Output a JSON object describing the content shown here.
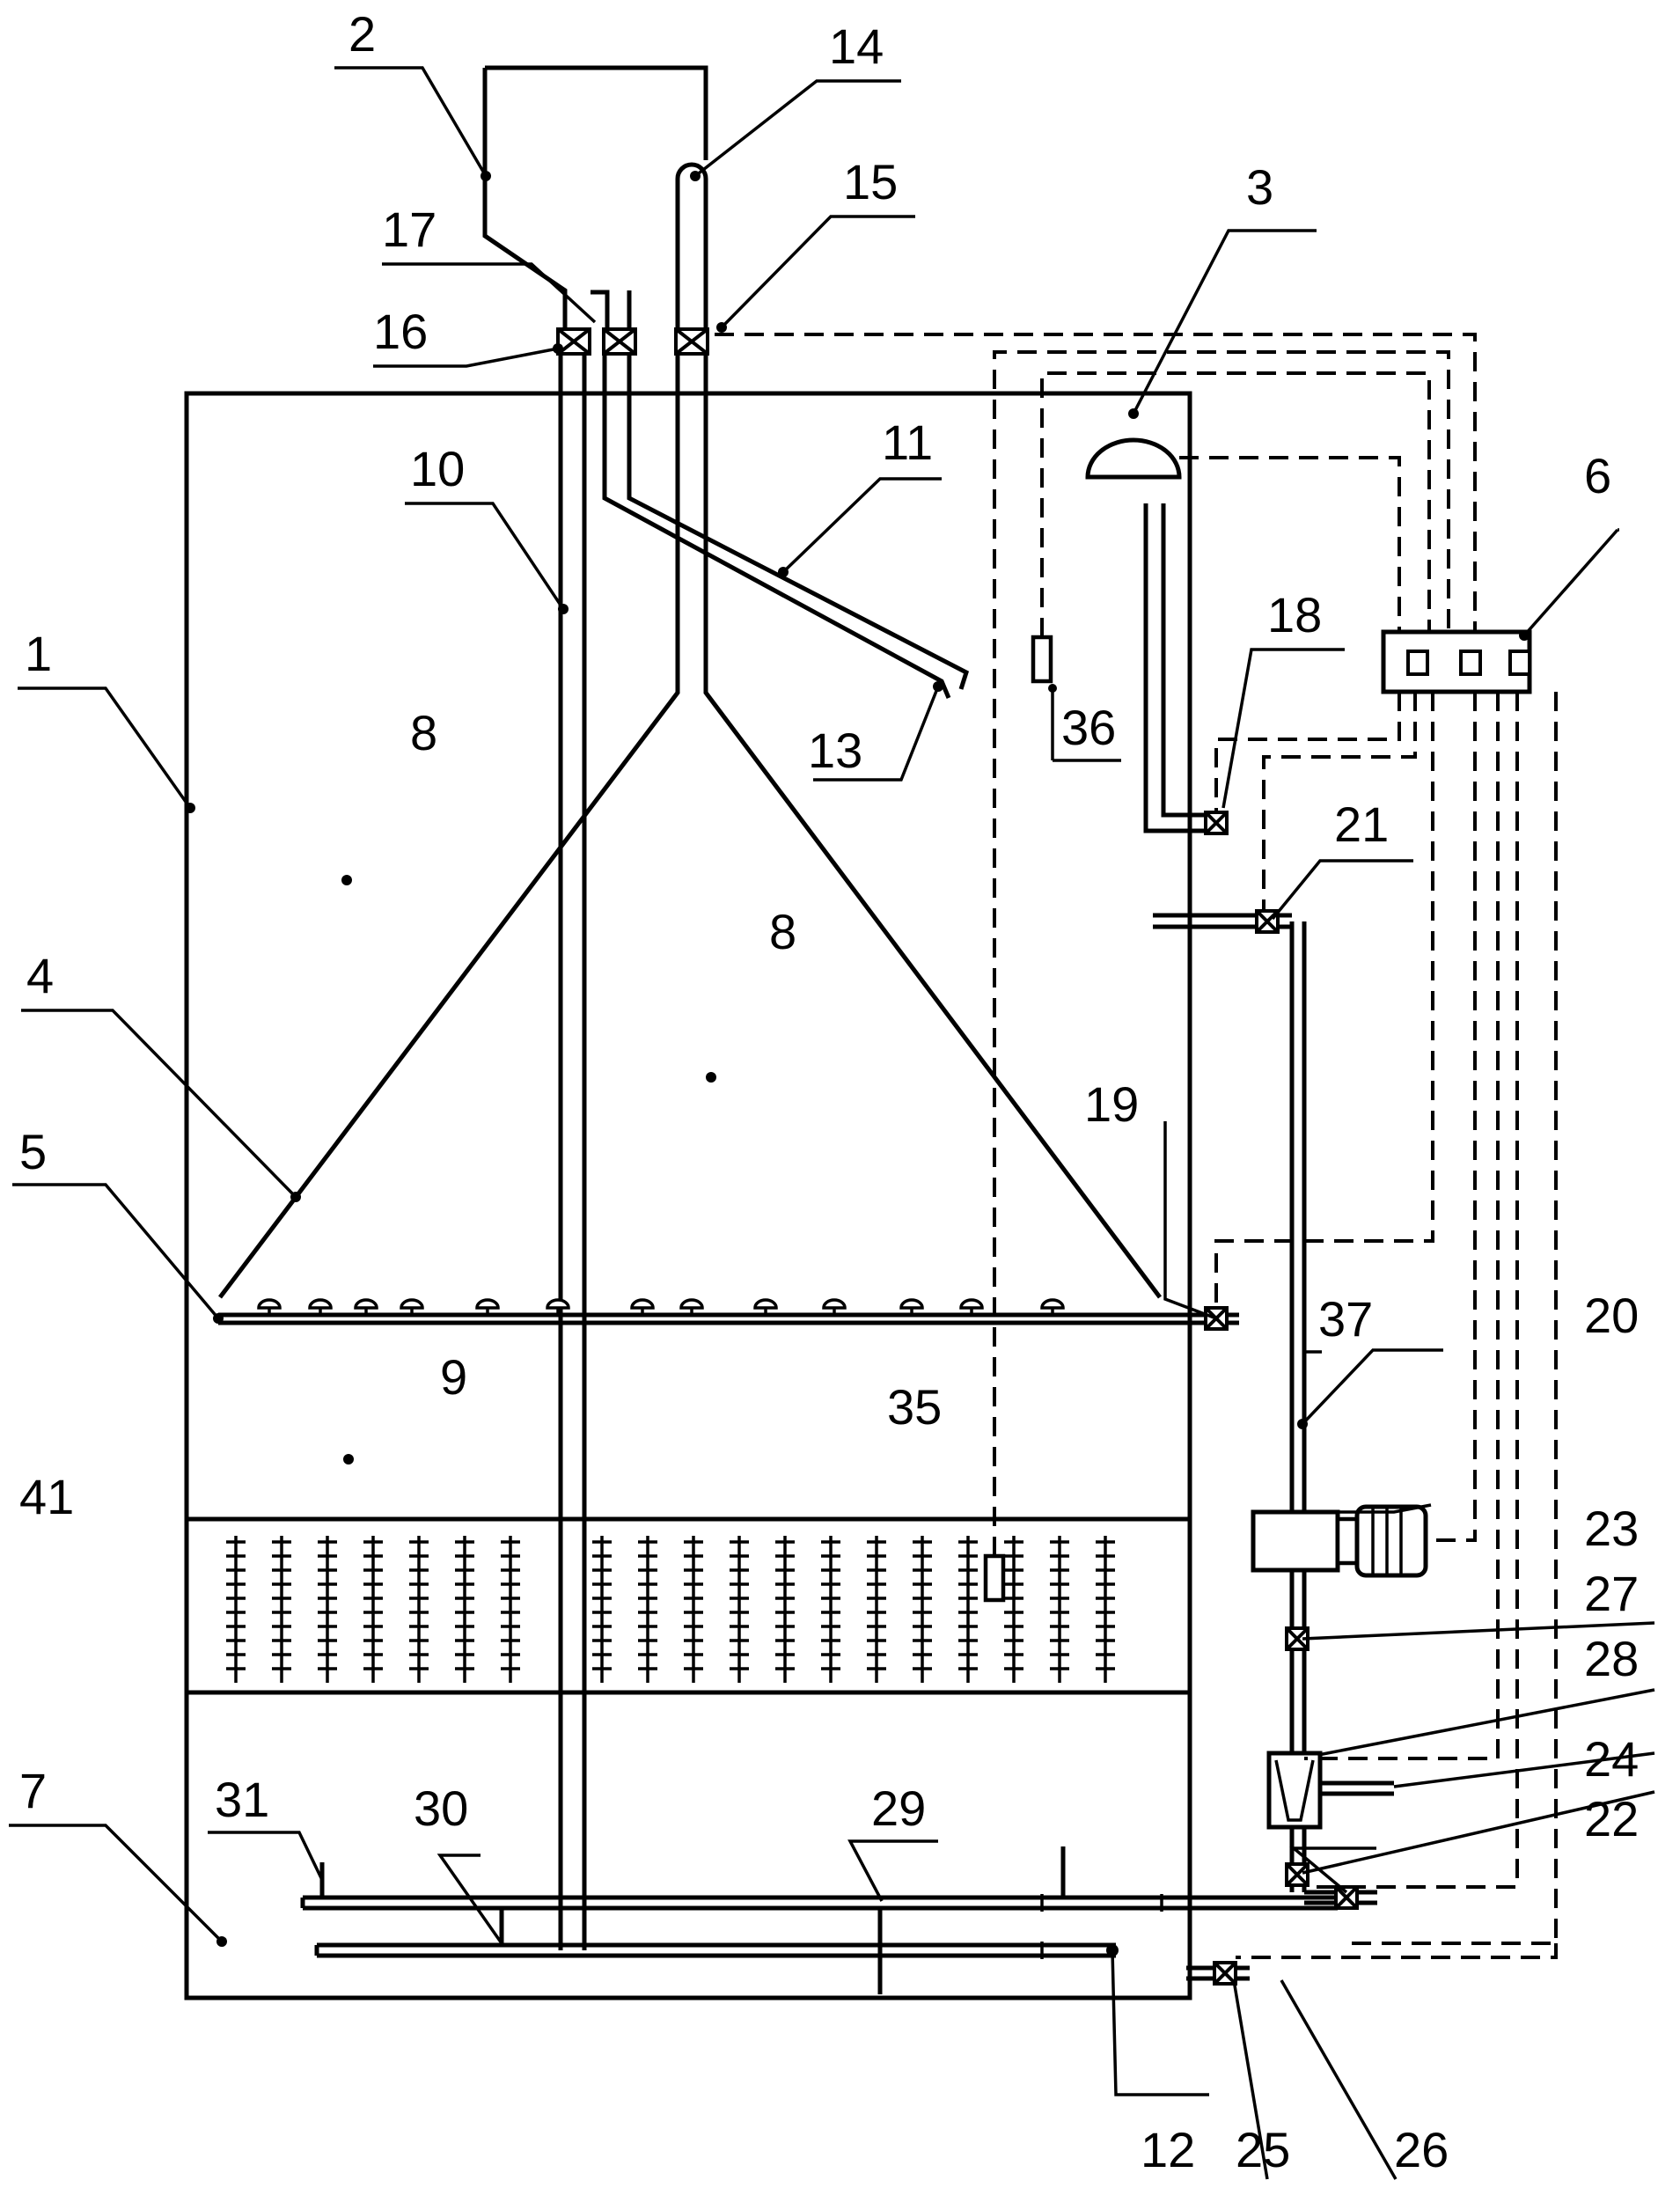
{
  "colors": {
    "ink": "#000000",
    "paper": "#ffffff"
  },
  "labels": {
    "l1": "1",
    "l2": "2",
    "l3": "3",
    "l4": "4",
    "l5": "5",
    "l6": "6",
    "l7": "7",
    "l8a": "8",
    "l8b": "8",
    "l9": "9",
    "l10": "10",
    "l11": "11",
    "l12": "12",
    "l13": "13",
    "l14": "14",
    "l15": "15",
    "l16": "16",
    "l17": "17",
    "l18": "18",
    "l19": "19",
    "l20": "20",
    "l21": "21",
    "l22": "22",
    "l23": "23",
    "l24": "24",
    "l25": "25",
    "l26": "26",
    "l27": "27",
    "l28": "28",
    "l29": "29",
    "l30": "30",
    "l31": "31",
    "l35": "35",
    "l36": "36",
    "l37": "37",
    "l41": "41"
  },
  "icons": [
    "valve-icon",
    "gas-holder-icon",
    "pump-icon",
    "flowmeter-icon",
    "sensor-icon",
    "control-box-icon"
  ]
}
